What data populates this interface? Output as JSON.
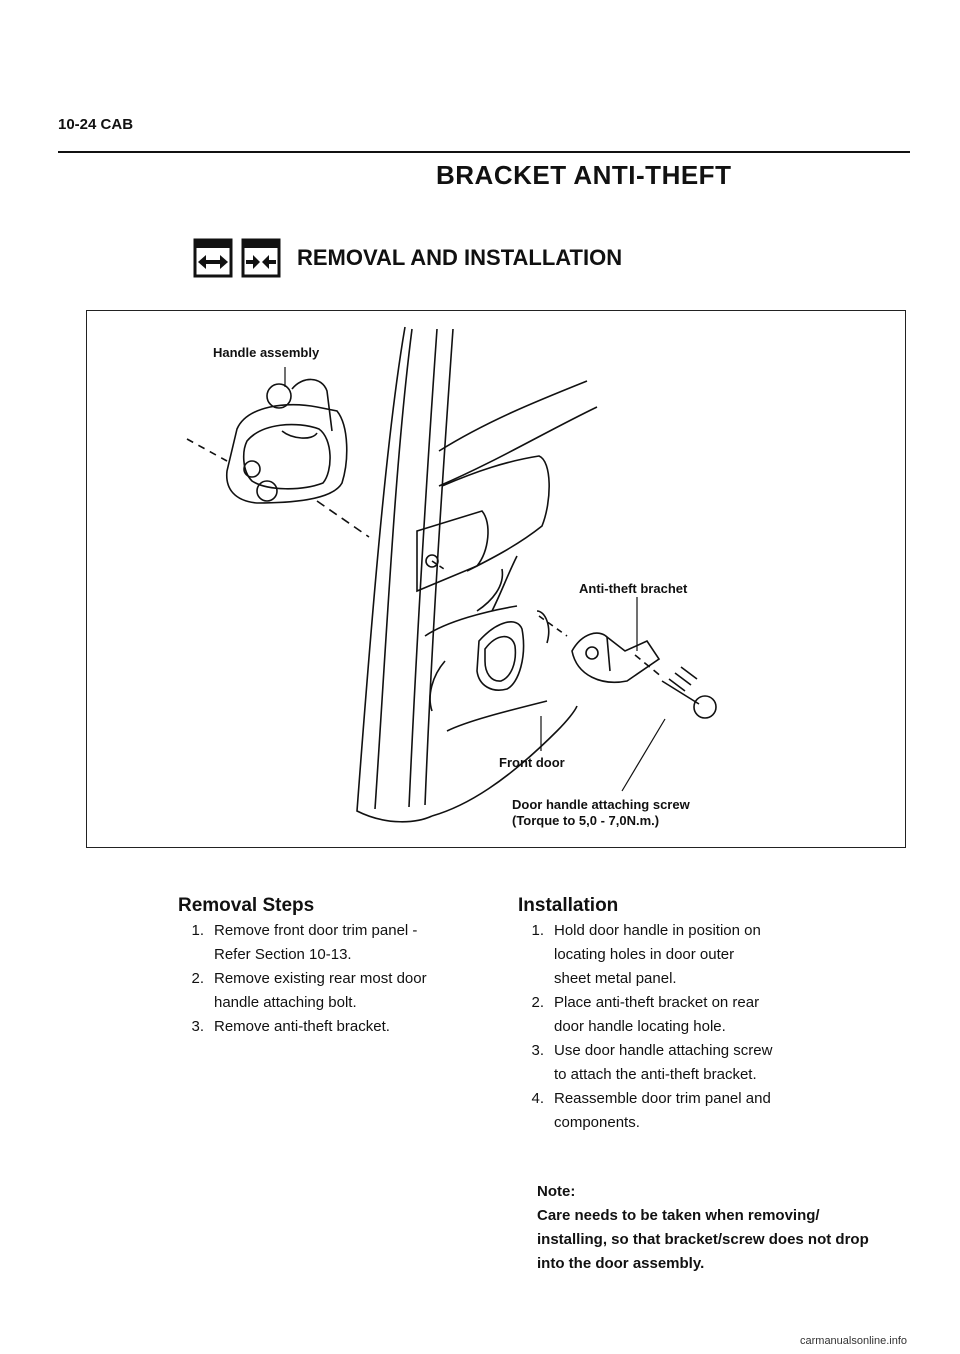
{
  "header": {
    "section": "10-24 CAB",
    "title": "BRACKET ANTI-THEFT"
  },
  "subheading": {
    "text": "REMOVAL AND INSTALLATION",
    "icons": [
      "removal-icon",
      "installation-icon"
    ]
  },
  "figure": {
    "labels": {
      "handle": "Handle assembly",
      "bracket": "Anti-theft brachet",
      "door": "Front door",
      "screw_line1": "Door handle attaching screw",
      "screw_line2": "(Torque to 5,0 - 7,0N.m.)"
    }
  },
  "removal": {
    "title": "Removal Steps",
    "steps": [
      {
        "num": "1.",
        "line1": "Remove front door trim panel -",
        "line2": "Refer Section 10-13."
      },
      {
        "num": "2.",
        "line1": "Remove existing rear most door",
        "line2": "handle attaching bolt."
      },
      {
        "num": "3.",
        "line1": "Remove anti-theft bracket.",
        "line2": ""
      }
    ]
  },
  "installation": {
    "title": "Installation",
    "steps": [
      {
        "num": "1.",
        "line1": "Hold door handle in position on",
        "line2": "locating holes in door outer",
        "line3": "sheet metal panel."
      },
      {
        "num": "2.",
        "line1": "Place anti-theft bracket on rear",
        "line2": "door handle locating  hole.",
        "line3": ""
      },
      {
        "num": "3.",
        "line1": "Use door handle attaching screw",
        "line2": "to attach the anti-theft bracket.",
        "line3": ""
      },
      {
        "num": "4.",
        "line1": "Reassemble door trim panel and",
        "line2": "components.",
        "line3": ""
      }
    ]
  },
  "note": {
    "label": "Note:",
    "line1": "Care needs to be taken when removing/",
    "line2": "installing, so that bracket/screw does not drop",
    "line3": "into the door assembly."
  },
  "watermark": "carmanualsonline.info"
}
